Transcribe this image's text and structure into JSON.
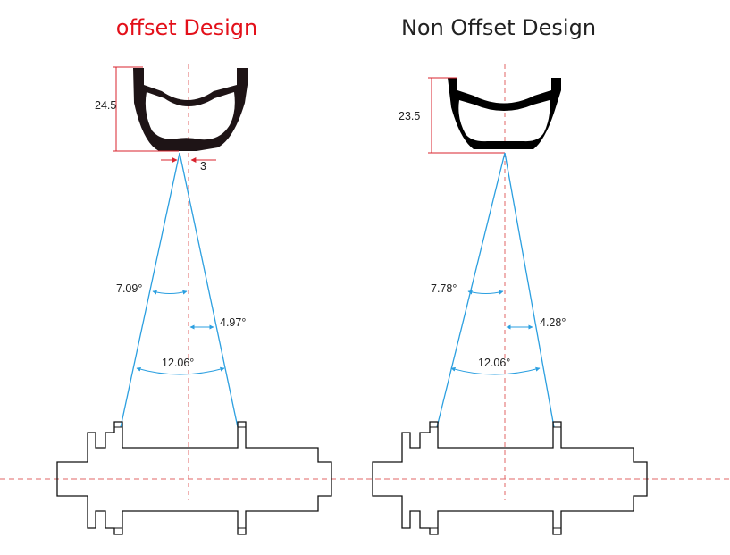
{
  "colors": {
    "dimension": "#d9232e",
    "spoke": "#2b9fe0",
    "outline": "#111111",
    "centerline": "#e06666"
  },
  "left": {
    "title": "offset Design",
    "title_color": "#e3101a",
    "rim_height": "24.5",
    "offset": "3",
    "angle_left": "7.09°",
    "angle_right": "4.97°",
    "angle_total": "12.06°"
  },
  "right": {
    "title": "Non Offset Design",
    "title_color": "#222222",
    "rim_height": "23.5",
    "angle_left": "7.78°",
    "angle_right": "4.28°",
    "angle_total": "12.06°"
  }
}
